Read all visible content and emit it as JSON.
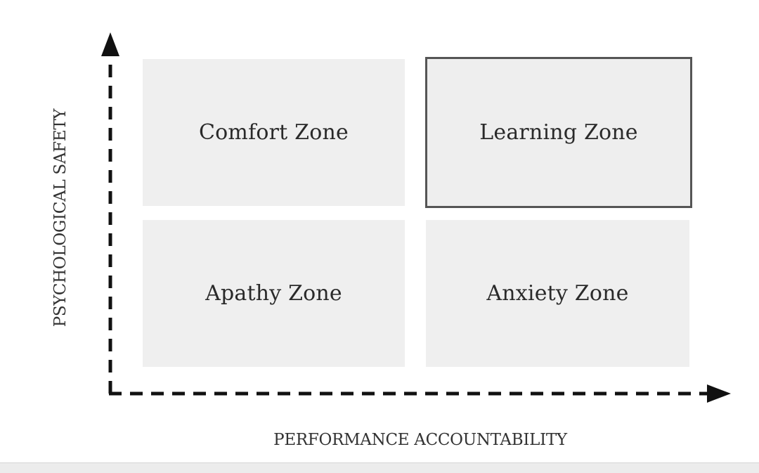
{
  "axes": {
    "y_label": "PSYCHOLOGICAL SAFETY",
    "x_label": "PERFORMANCE ACCOUNTABILITY"
  },
  "zones": {
    "top_left": "Comfort Zone",
    "top_right": "Learning Zone",
    "bottom_left": "Apathy Zone",
    "bottom_right": "Anxiety Zone",
    "highlighted": "top_right"
  },
  "colors": {
    "zone_fill": "#efefef",
    "highlight_border": "#555555",
    "axis": "#111111",
    "text": "#2a2a2a"
  }
}
